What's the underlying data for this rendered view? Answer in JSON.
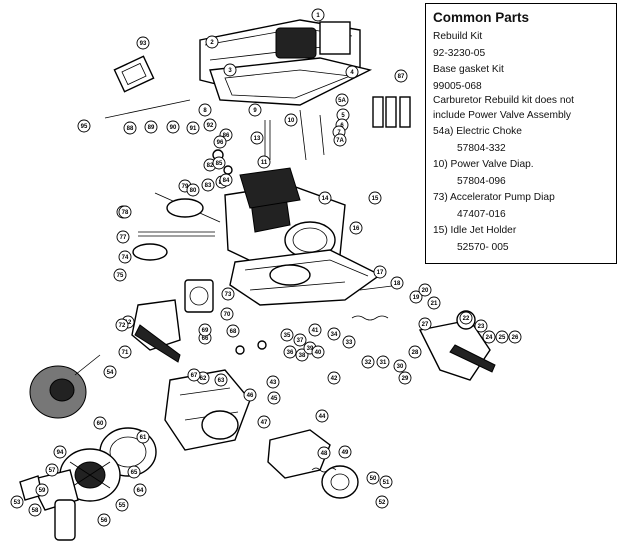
{
  "legend": {
    "title": "Common Parts",
    "lines": [
      "Rebuild Kit",
      "92-3230-05",
      "Base gasket Kit",
      "99005-068",
      "Carburetor Rebuild kit does not",
      "include Power Valve Assembly",
      "54a) Electric Choke",
      "57804-332",
      "10) Power Valve Diap.",
      "57804-096",
      "73) Accelerator Pump Diap",
      "47407-016",
      "15) Idle Jet Holder",
      "52570- 005"
    ]
  },
  "callouts": [
    "1",
    "2",
    "3",
    "4",
    "5",
    "5A",
    "6",
    "7",
    "7A",
    "8",
    "9",
    "10",
    "11",
    "12",
    "13",
    "14",
    "15",
    "16",
    "17",
    "18",
    "19",
    "20",
    "21",
    "22",
    "23",
    "24",
    "25",
    "26",
    "27",
    "28",
    "29",
    "30",
    "31",
    "32",
    "33",
    "34",
    "35",
    "36",
    "37",
    "38",
    "39",
    "40",
    "41",
    "42",
    "43",
    "44",
    "45",
    "46",
    "47",
    "48",
    "49",
    "50",
    "51",
    "52",
    "53",
    "54",
    "55",
    "56",
    "57",
    "58",
    "59",
    "60",
    "61",
    "62",
    "63",
    "64",
    "65",
    "66",
    "67",
    "68",
    "69",
    "70",
    "71",
    "72",
    "73",
    "74",
    "75",
    "76",
    "77",
    "78",
    "79",
    "80",
    "81",
    "82",
    "83",
    "84",
    "85",
    "86",
    "87",
    "88",
    "89",
    "90",
    "91",
    "92",
    "93",
    "94",
    "95",
    "96"
  ]
}
